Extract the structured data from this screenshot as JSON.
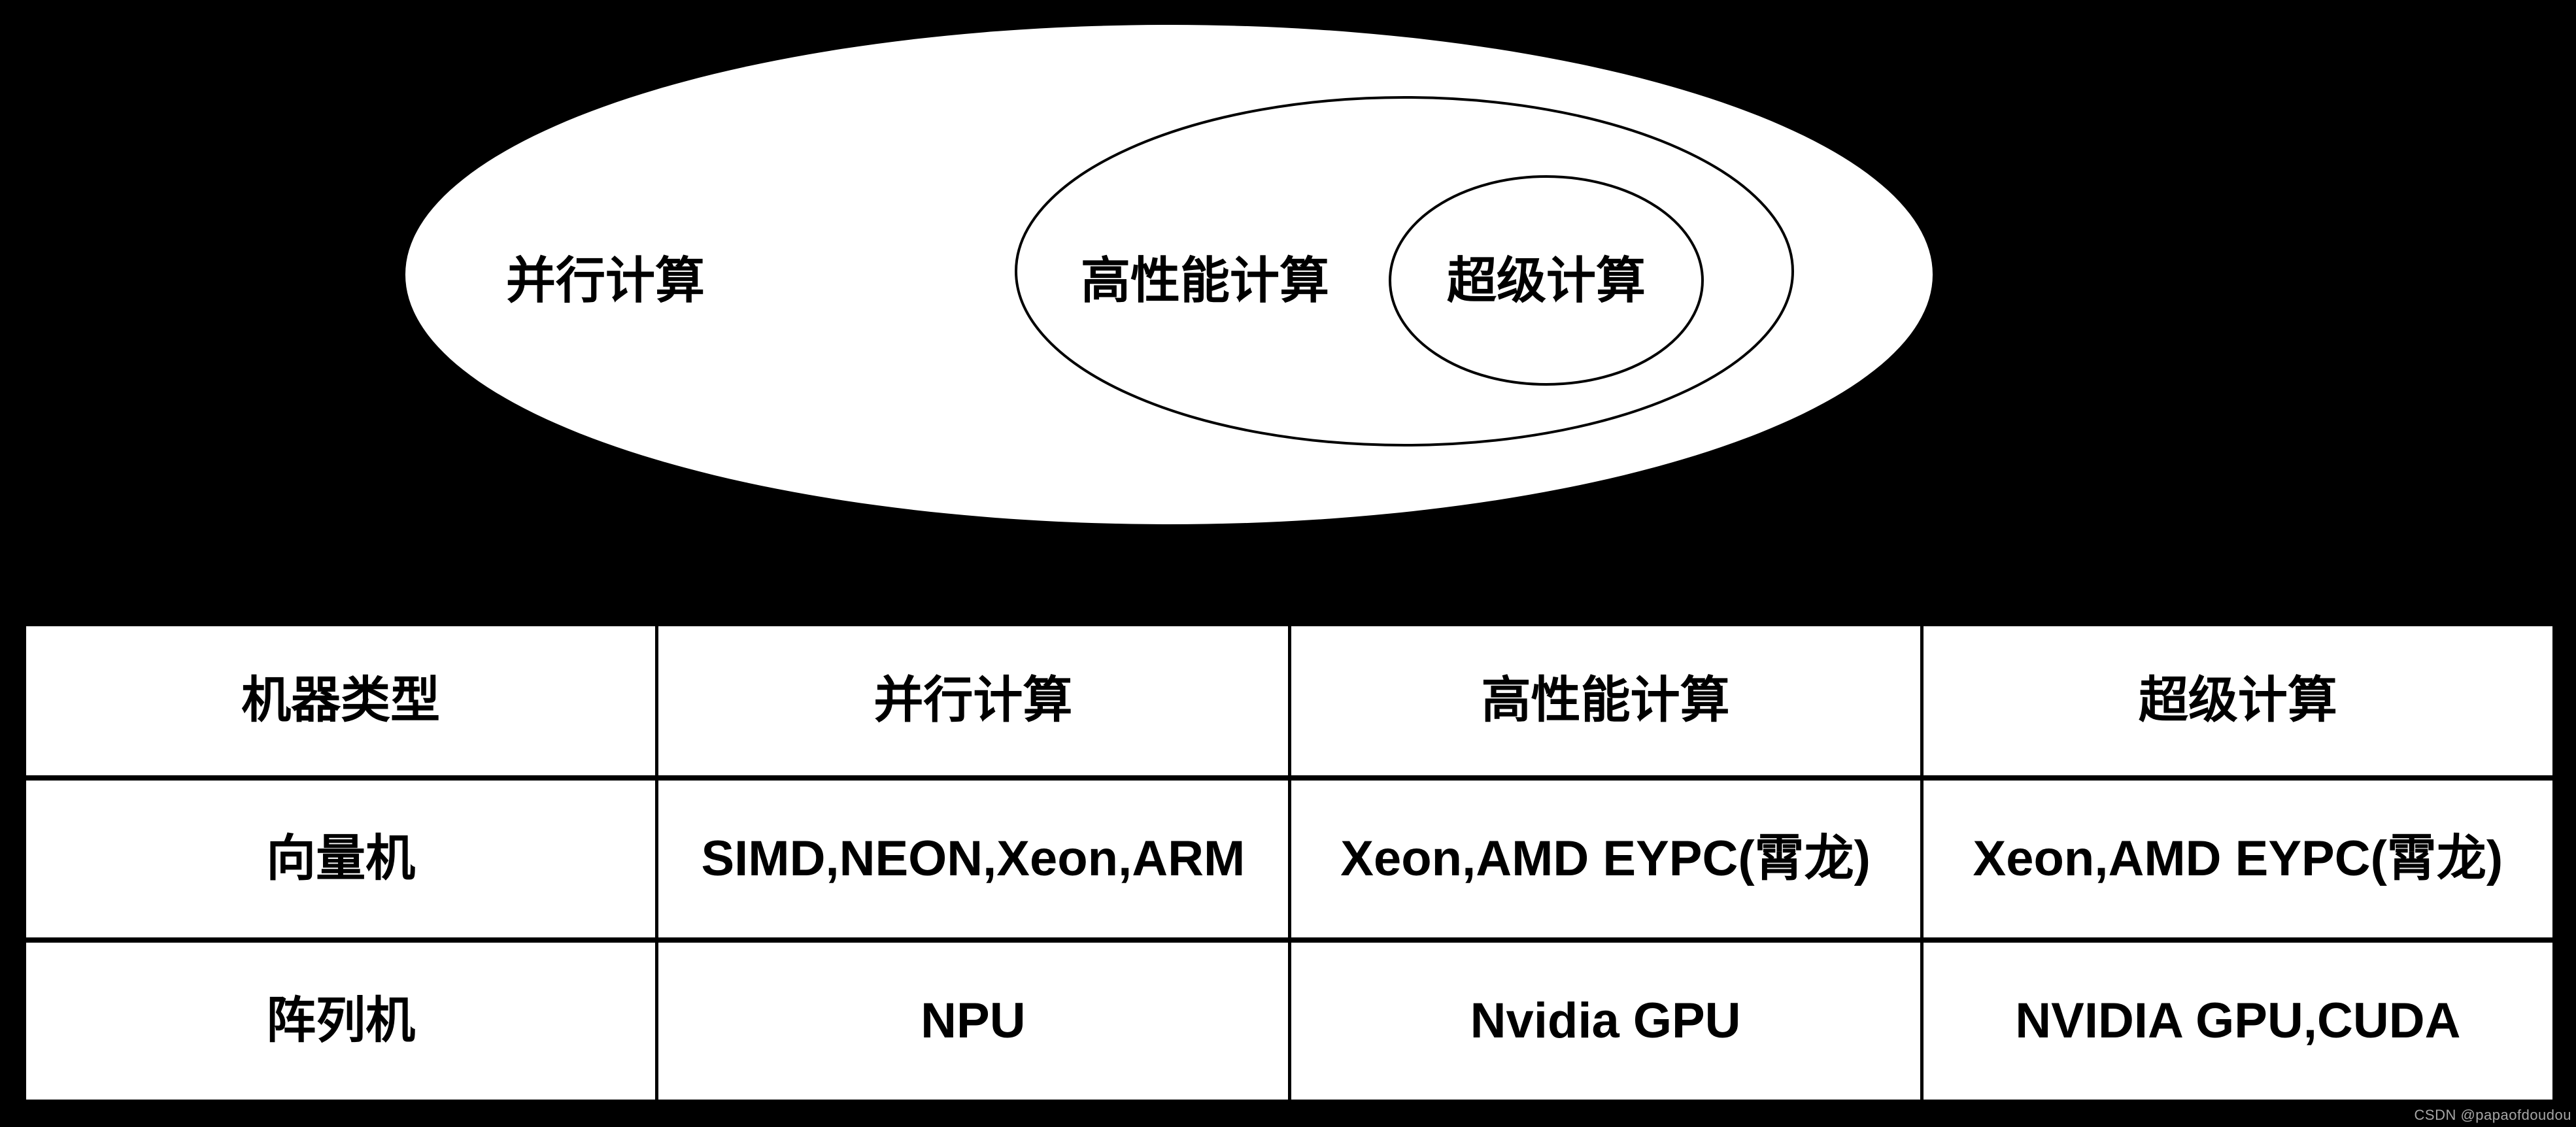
{
  "colors": {
    "background": "#000000",
    "shape_fill": "#ffffff",
    "shape_stroke": "#000000",
    "text": "#000000",
    "watermark": "#a6a6a6"
  },
  "diagram": {
    "type": "nested-venn-ellipses",
    "outer_label": "并行计算",
    "middle_label": "高性能计算",
    "inner_label": "超级计算"
  },
  "table": {
    "headers": [
      "机器类型",
      "并行计算",
      "高性能计算",
      "超级计算"
    ],
    "rows": [
      [
        "向量机",
        "SIMD,NEON,Xeon,ARM",
        "Xeon,AMD EYPC(霄龙)",
        "Xeon,AMD EYPC(霄龙)"
      ],
      [
        "阵列机",
        "NPU",
        "Nvidia GPU",
        "NVIDIA GPU,CUDA"
      ]
    ]
  },
  "watermark": {
    "text": "CSDN @papaofdoudou"
  }
}
